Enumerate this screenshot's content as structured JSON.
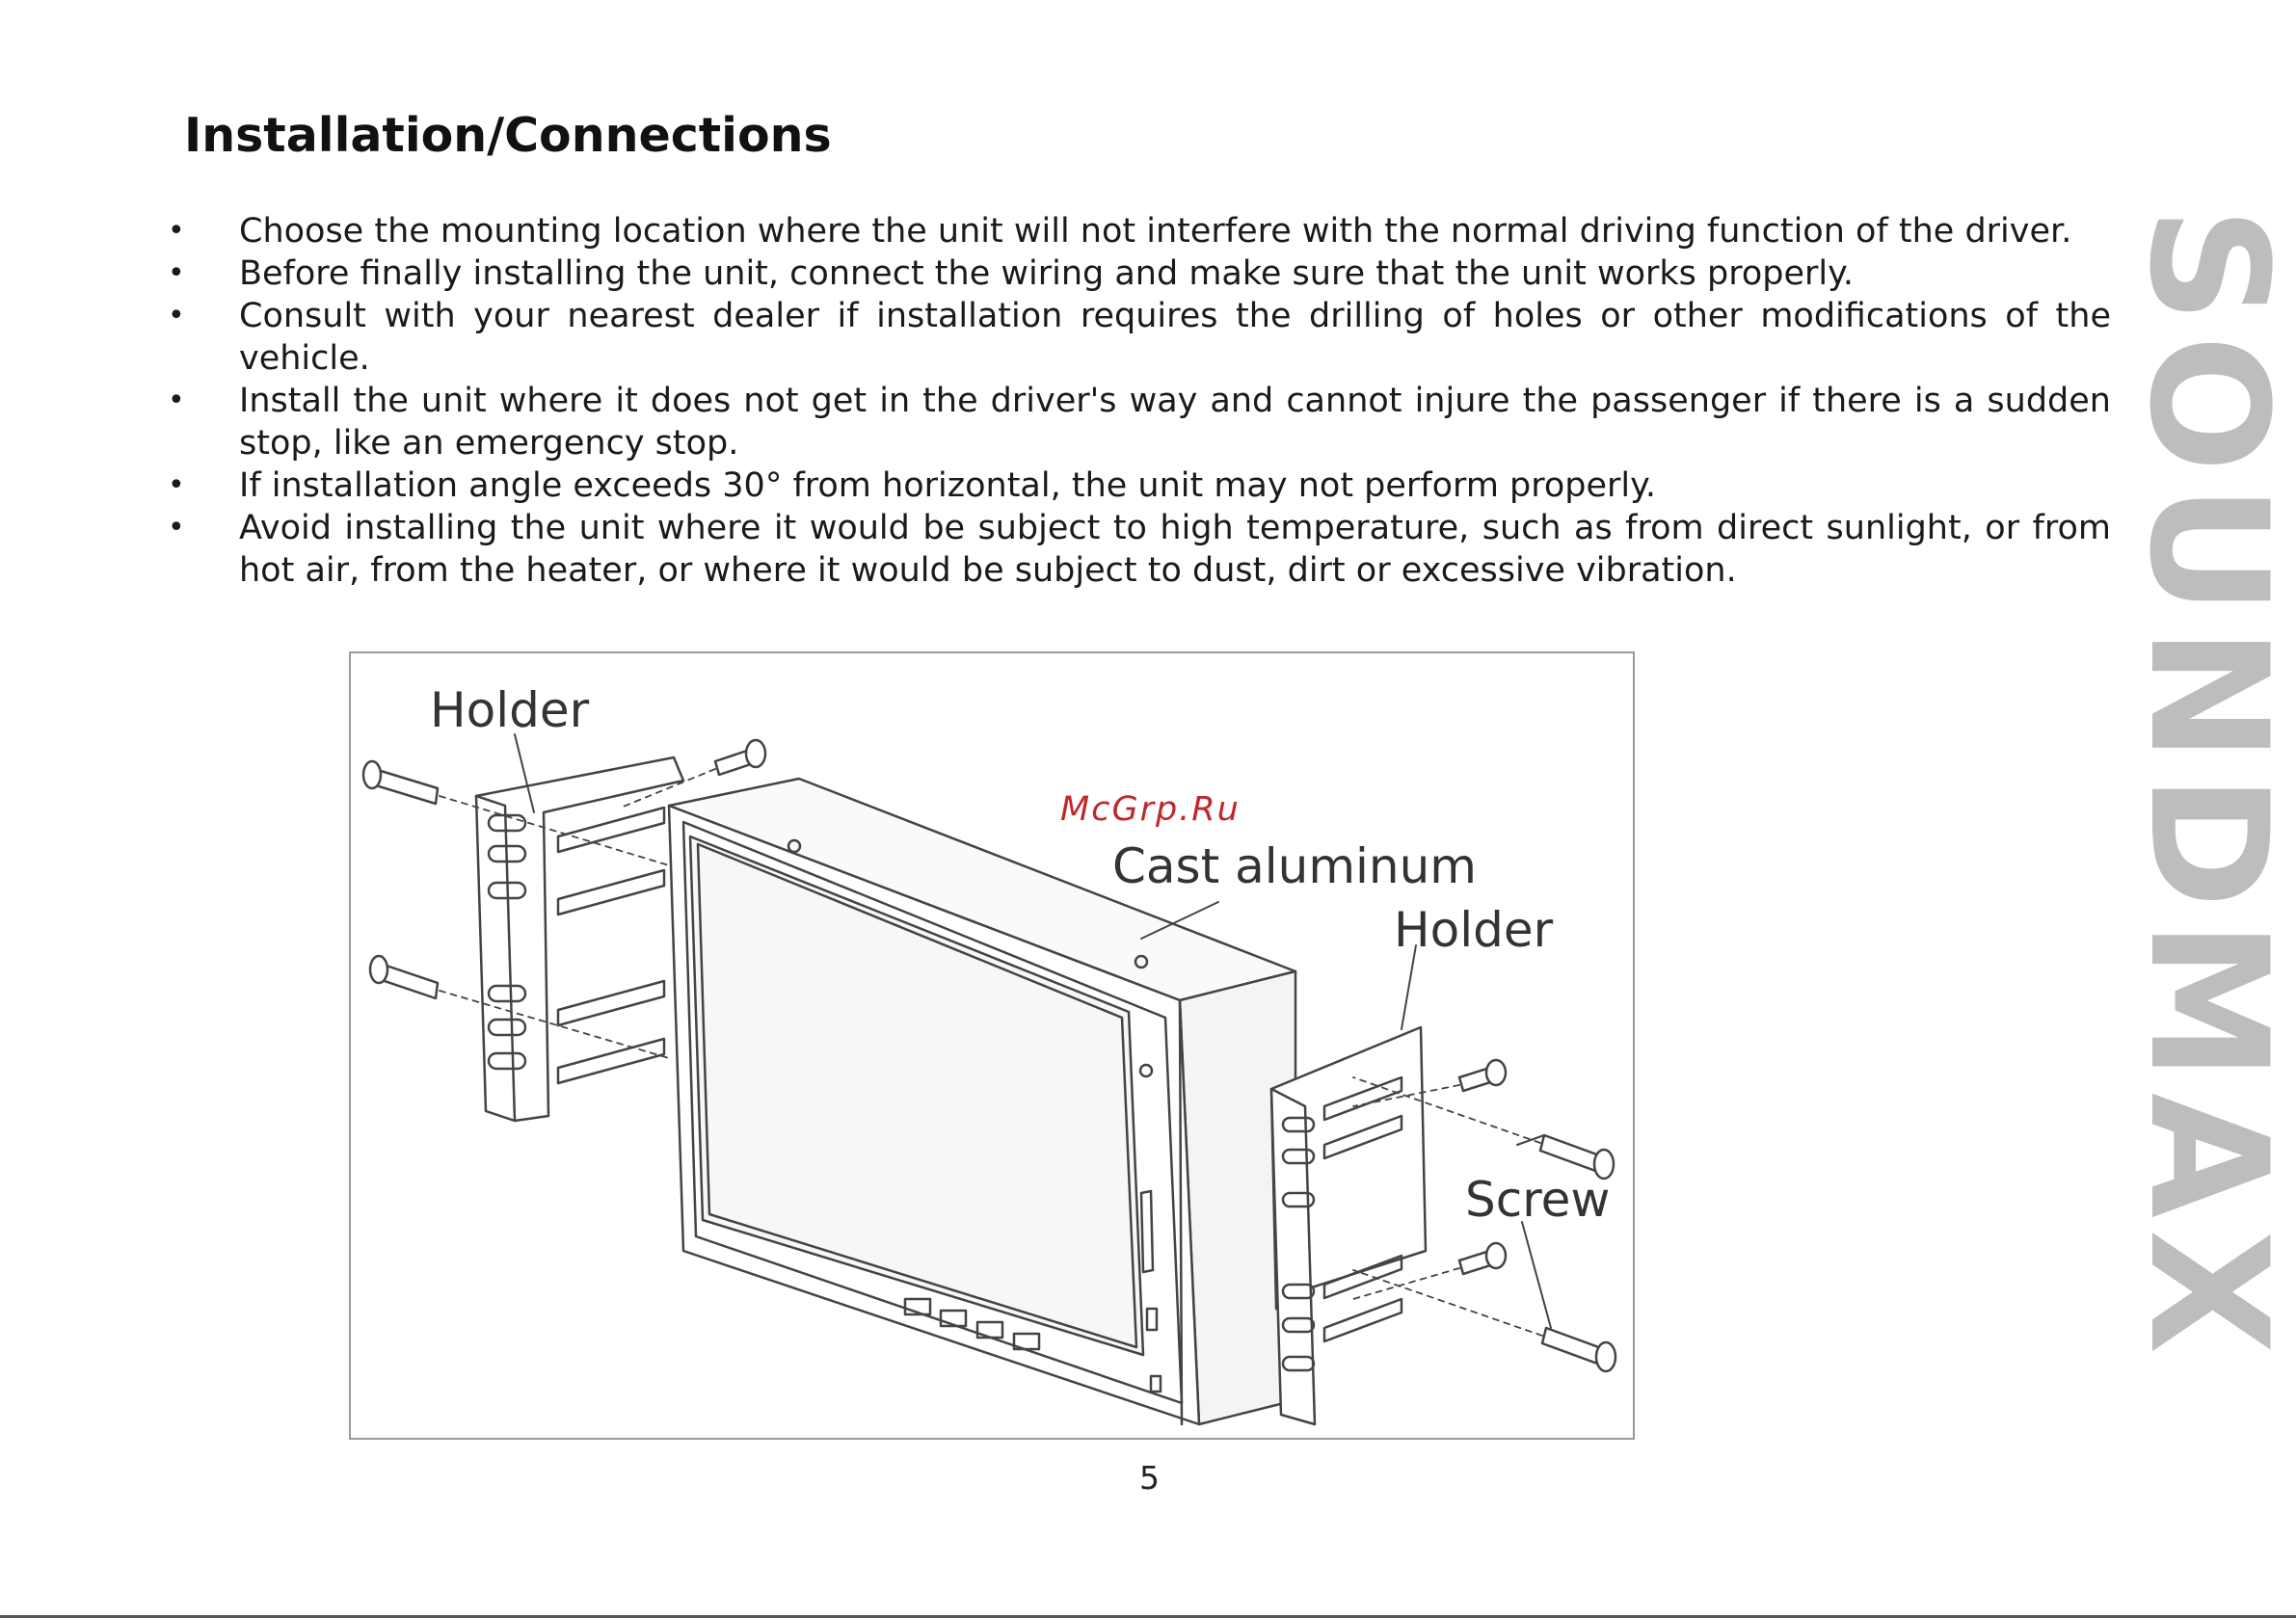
{
  "page": {
    "title": "Installation/Connections",
    "page_number": "5",
    "brand": "SOUNDMAX",
    "watermark": "McGrp.Ru"
  },
  "bullets": [
    "Choose the mounting location where the unit will not interfere with the normal driving function of the driver.",
    "Before finally installing the unit, connect the wiring and make sure that the unit works properly.",
    "Consult with your nearest dealer if installation requires the drilling of holes or other modifications of the vehicle.",
    "Install the unit where it does not get in the driver's way and cannot injure the passenger if there is a sudden stop, like an emergency stop.",
    "If installation angle exceeds 30° from horizontal, the unit may not perform properly.",
    "Avoid installing the unit where it would be subject to high temperature, such as from direct sunlight, or from hot air, from the heater, or where it would be subject to dust, dirt or excessive vibration."
  ],
  "figure": {
    "labels": {
      "holder_left": "Holder",
      "cast_aluminum": "Cast aluminum",
      "holder_right": "Holder",
      "screw": "Screw"
    }
  },
  "colors": {
    "text": "#1a1a1a",
    "brand_gray": "#bdbdbd",
    "watermark_red": "#c0272d",
    "figure_border": "#9a9a9a"
  }
}
